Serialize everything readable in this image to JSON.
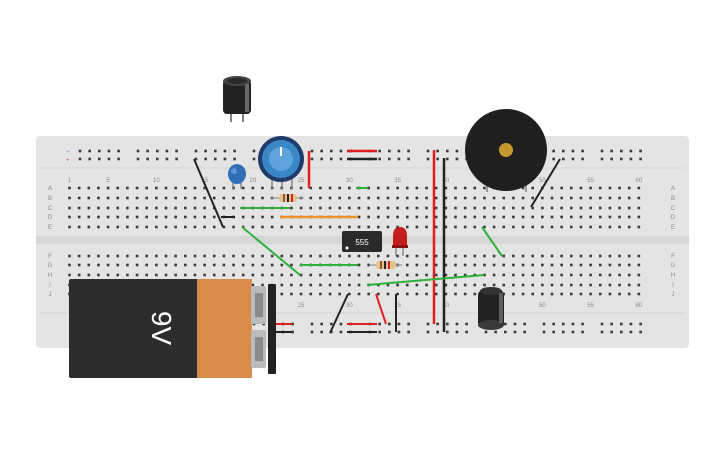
{
  "board": {
    "column_numbers": [
      "1",
      "5",
      "10",
      "15",
      "20",
      "25",
      "30",
      "35",
      "40",
      "45",
      "50",
      "55",
      "60"
    ],
    "row_letters_top": [
      "A",
      "B",
      "C",
      "D",
      "E"
    ],
    "row_letters_bottom": [
      "F",
      "G",
      "H",
      "I",
      "J"
    ],
    "rail_plus": "+",
    "rail_minus": "−"
  },
  "components": {
    "ic_label": "555",
    "battery_label": "9V"
  },
  "colors": {
    "board": "#e4e4e4",
    "wire_red": "#e02020",
    "wire_black": "#222222",
    "wire_green": "#2db13a",
    "wire_orange": "#e8962c",
    "battery_body": "#2d2d2d",
    "battery_wrap": "#d98c4a",
    "buzzer": "#1f1f1f",
    "potentiometer": "#3a87c8",
    "capacitor_ceramic": "#2f6fb8",
    "led": "#c21c1c"
  }
}
